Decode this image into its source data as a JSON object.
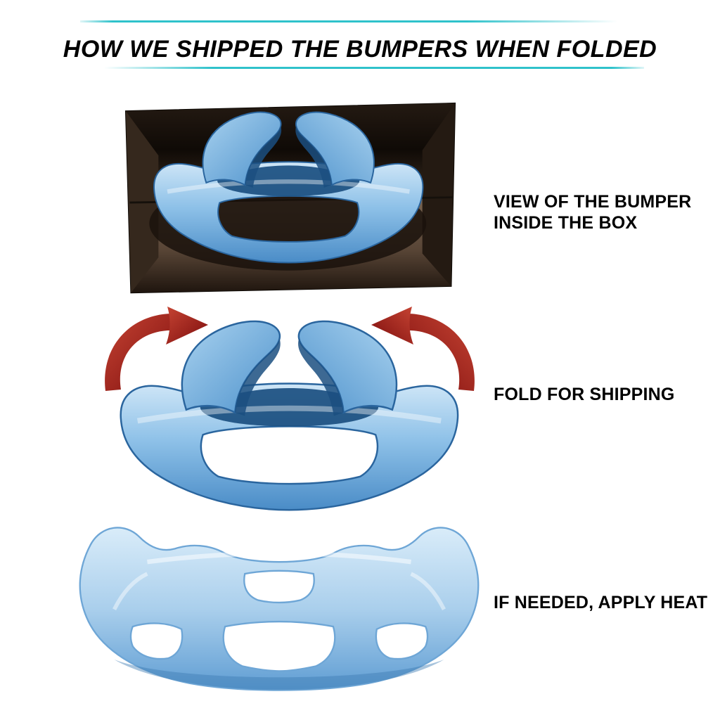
{
  "title": "HOW WE SHIPPED THE BUMPERS WHEN FOLDED",
  "steps": [
    {
      "label": "VIEW OF THE BUMPER INSIDE THE BOX",
      "illustration": "folded-bumper-inside-cardboard-box"
    },
    {
      "label": "FOLD FOR SHIPPING",
      "illustration": "folded-bumper-with-red-fold-arrows"
    },
    {
      "label": "IF NEEDED, APPLY HEAT",
      "illustration": "unfolded-front-bumper"
    }
  ],
  "colors": {
    "accent_teal": "#2fc2cb",
    "bumper_blue_light": "#cfe6f7",
    "bumper_blue_mid": "#8ec1e8",
    "bumper_blue_dark": "#1b4f80",
    "arrow_red_light": "#d44a39",
    "arrow_red_dark": "#7c0d0d",
    "box_brown": "#6b5748",
    "box_interior": "#16100a",
    "text": "#000000",
    "background": "#ffffff"
  }
}
